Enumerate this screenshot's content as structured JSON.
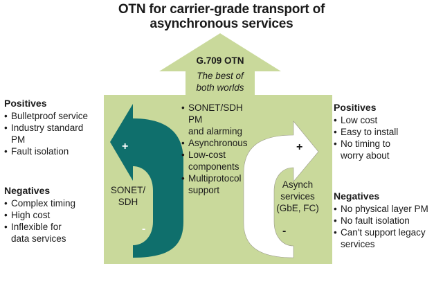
{
  "title": {
    "line1": "OTN for carrier-grade transport of",
    "line2": "asynchronous services"
  },
  "center": {
    "arrow_label": "G.709 OTN",
    "subtitle_line1": "The best of",
    "subtitle_line2": "both worlds",
    "items": [
      [
        "SONET/SDH PM",
        "and alarming"
      ],
      [
        "Asynchronous"
      ],
      [
        "Low-cost",
        "components"
      ],
      [
        "Multiprotocol",
        "support"
      ]
    ]
  },
  "left": {
    "positives_heading": "Positives",
    "positives": [
      [
        "Bulletproof service"
      ],
      [
        "Industry standard",
        "PM"
      ],
      [
        "Fault isolation"
      ]
    ],
    "negatives_heading": "Negatives",
    "negatives": [
      [
        "Complex timing"
      ],
      [
        "High cost"
      ],
      [
        "Inflexible for",
        "data services"
      ]
    ],
    "arrow_label_line1": "SONET/",
    "arrow_label_line2": "SDH",
    "plus": "+",
    "minus": "-"
  },
  "right": {
    "positives_heading": "Positives",
    "positives": [
      [
        "Low cost"
      ],
      [
        "Easy to install"
      ],
      [
        "No timing to",
        "worry about"
      ]
    ],
    "negatives_heading": "Negatives",
    "negatives": [
      [
        "No physical layer PM"
      ],
      [
        "No fault isolation"
      ],
      [
        "Can't support legacy",
        "services"
      ]
    ],
    "arrow_label_line1": "Asynch",
    "arrow_label_line2": "services",
    "arrow_label_line3": "(GbE, FC)",
    "plus": "+",
    "minus": "-"
  },
  "colors": {
    "green_fill": "#c9d99b",
    "teal_arrow": "#0f6f6c",
    "white_arrow": "#ffffff",
    "text": "#1a1a1a"
  }
}
